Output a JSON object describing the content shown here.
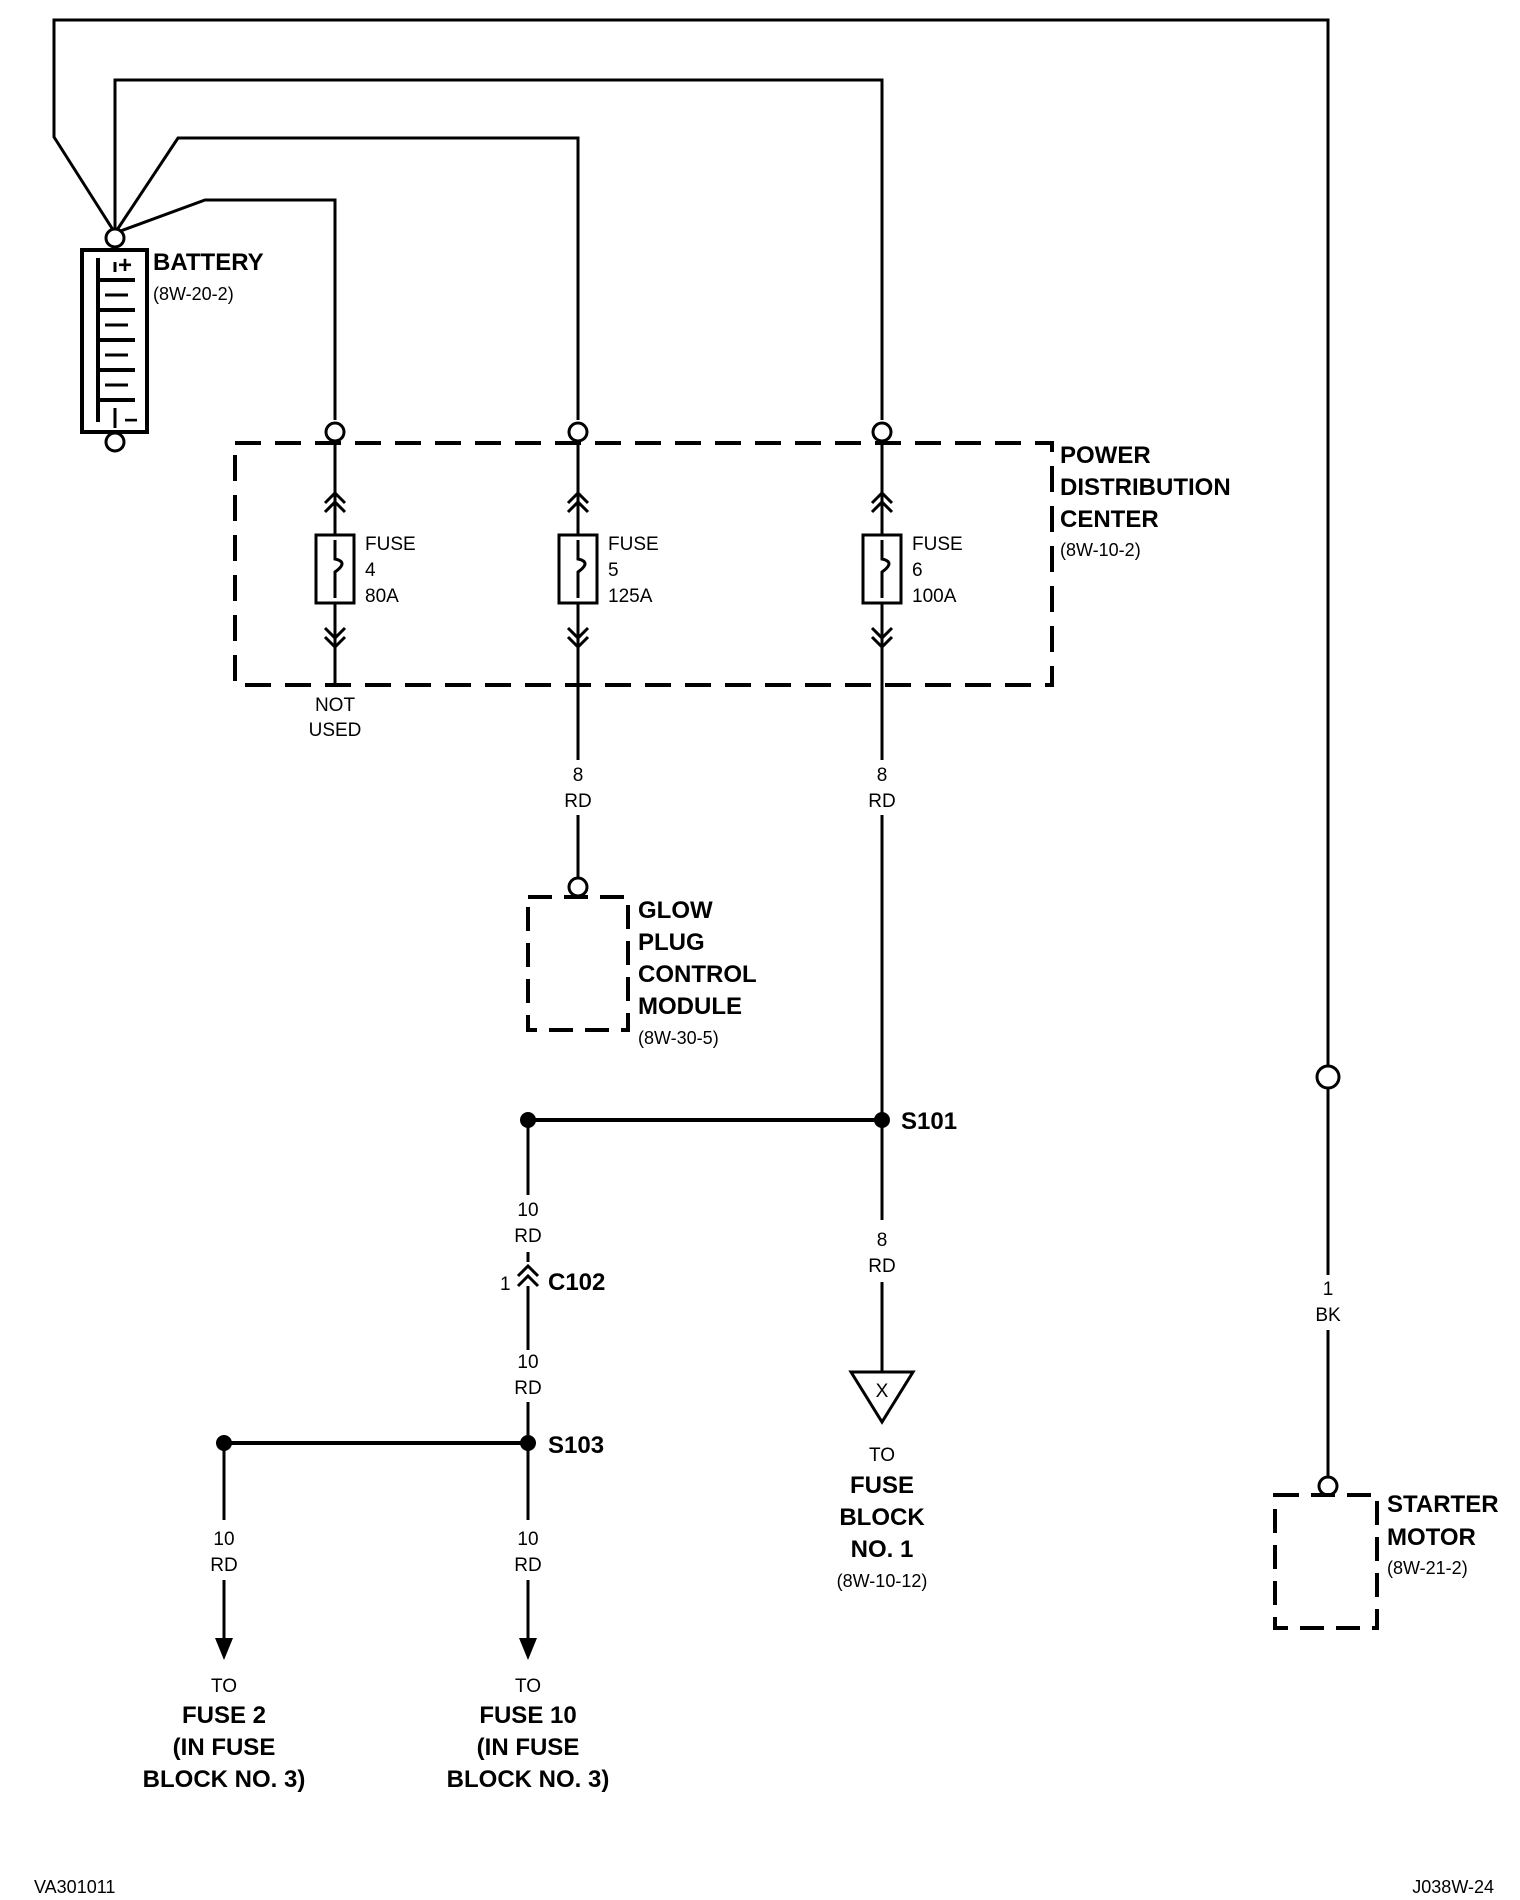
{
  "battery": {
    "name": "BATTERY",
    "ref": "(8W-20-2)",
    "plus": "+",
    "minus": "−"
  },
  "pdc": {
    "line1": "POWER",
    "line2": "DISTRIBUTION",
    "line3": "CENTER",
    "ref": "(8W-10-2)"
  },
  "fuses": [
    {
      "label": "FUSE",
      "number": "4",
      "rating": "80A"
    },
    {
      "label": "FUSE",
      "number": "5",
      "rating": "125A"
    },
    {
      "label": "FUSE",
      "number": "6",
      "rating": "100A"
    }
  ],
  "not_used": {
    "line1": "NOT",
    "line2": "USED"
  },
  "wires": {
    "fuse5_out": {
      "gauge": "8",
      "color": "RD"
    },
    "fuse6_out": {
      "gauge": "8",
      "color": "RD"
    },
    "s101_left": {
      "gauge": "10",
      "color": "RD"
    },
    "c102_below": {
      "gauge": "10",
      "color": "RD"
    },
    "s101_down": {
      "gauge": "8",
      "color": "RD"
    },
    "s103_left": {
      "gauge": "10",
      "color": "RD"
    },
    "s103_down": {
      "gauge": "10",
      "color": "RD"
    },
    "starter": {
      "gauge": "1",
      "color": "BK"
    }
  },
  "glow_plug": {
    "line1": "GLOW",
    "line2": "PLUG",
    "line3": "CONTROL",
    "line4": "MODULE",
    "ref": "(8W-30-5)"
  },
  "splices": {
    "s101": "S101",
    "s103": "S103"
  },
  "connector": {
    "name": "C102",
    "pin": "1"
  },
  "fuse_block_1": {
    "to": "TO",
    "line1": "FUSE",
    "line2": "BLOCK",
    "line3": "NO. 1",
    "ref": "(8W-10-12)",
    "symbol": "X"
  },
  "fuse2_dest": {
    "to": "TO",
    "line1": "FUSE 2",
    "line2": "(IN FUSE",
    "line3": "BLOCK NO. 3)"
  },
  "fuse10_dest": {
    "to": "TO",
    "line1": "FUSE 10",
    "line2": "(IN FUSE",
    "line3": "BLOCK NO. 3)"
  },
  "starter_motor": {
    "line1": "STARTER",
    "line2": "MOTOR",
    "ref": "(8W-21-2)"
  },
  "footer": {
    "left": "VA301011",
    "right": "J038W-24"
  }
}
